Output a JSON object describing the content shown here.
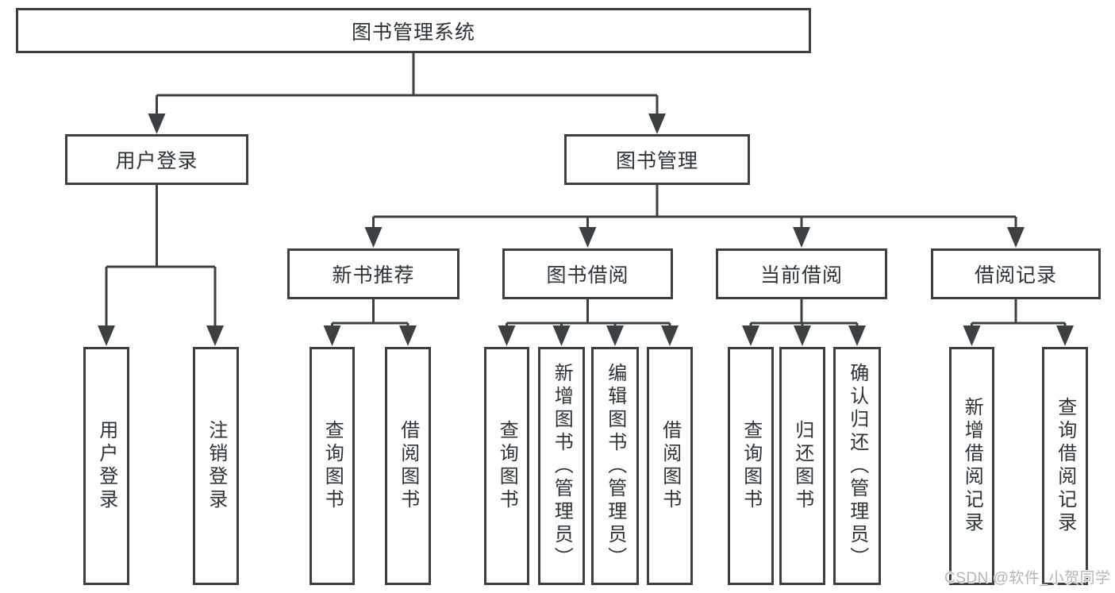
{
  "diagram": {
    "root": {
      "label": "图书管理系统"
    },
    "branches": [
      {
        "label": "用户登录",
        "leaves": [
          {
            "label": "用户登录"
          },
          {
            "label": "注销登录"
          }
        ]
      },
      {
        "label": "图书管理",
        "sections": [
          {
            "label": "新书推荐",
            "leaves": [
              {
                "label": "查询图书"
              },
              {
                "label": "借阅图书"
              }
            ]
          },
          {
            "label": "图书借阅",
            "leaves": [
              {
                "label": "查询图书"
              },
              {
                "label": "新增图书（管理员）"
              },
              {
                "label": "编辑图书（管理员）"
              },
              {
                "label": "借阅图书"
              }
            ]
          },
          {
            "label": "当前借阅",
            "leaves": [
              {
                "label": "查询图书"
              },
              {
                "label": "归还图书"
              },
              {
                "label": "确认归还（管理员）"
              }
            ]
          },
          {
            "label": "借阅记录",
            "leaves": [
              {
                "label": "新增借阅记录"
              },
              {
                "label": "查询借阅记录"
              }
            ]
          }
        ]
      }
    ]
  },
  "watermark": {
    "text": "CSDN @软件_小贺同学"
  },
  "colors": {
    "line": "#3d4043",
    "text": "#2e3338",
    "watermark": "#b2b6ba",
    "background": "#ffffff"
  }
}
